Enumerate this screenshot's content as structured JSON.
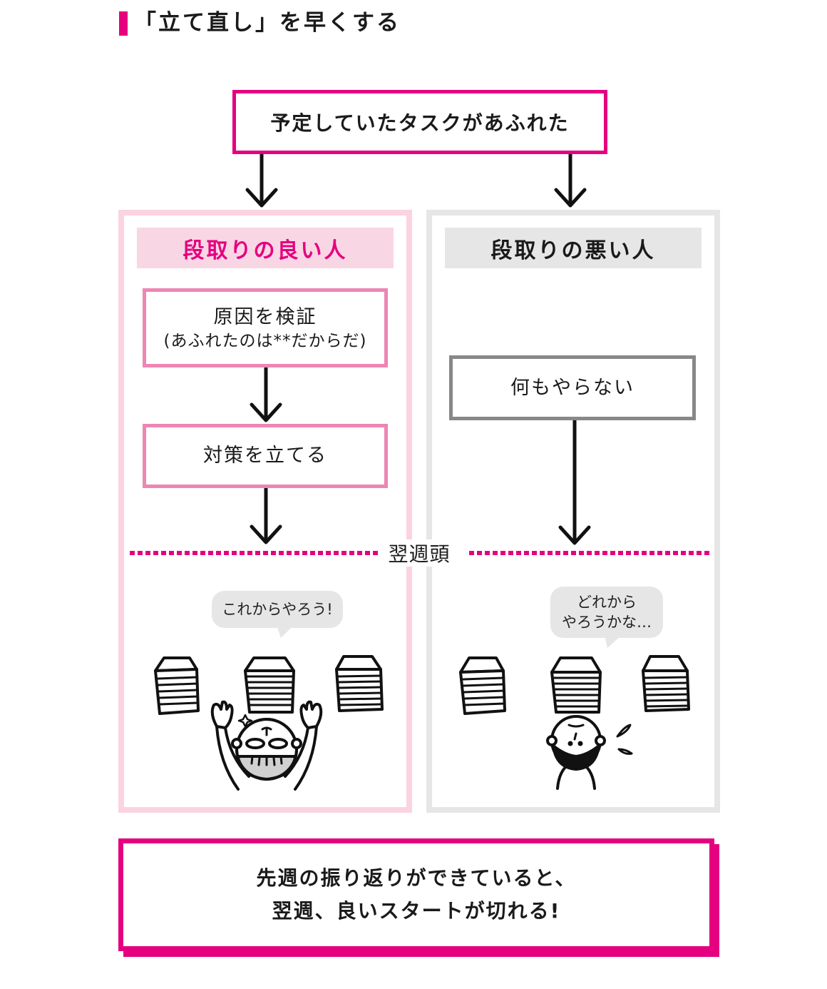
{
  "title": "「立て直し」を早くする",
  "top_box": {
    "text": "予定していたタスクがあふれた"
  },
  "left_panel": {
    "heading": "段取りの良い人",
    "steps": [
      {
        "main": "原因を検証",
        "sub": "(あふれたのは**だからだ)"
      },
      {
        "main": "対策を立てる"
      }
    ],
    "speech": "これからやろう!",
    "illustration": "cheerful-person-with-document-stacks"
  },
  "right_panel": {
    "heading": "段取りの悪い人",
    "steps": [
      {
        "main": "何もやらない"
      }
    ],
    "speech_lines": [
      "どれから",
      "やろうかな…"
    ],
    "illustration": "worried-person-with-document-stacks"
  },
  "divider_label": "翌週頭",
  "bottom_box": {
    "lines": [
      "先週の振り返りができていると、",
      "翌週、良いスタートが切れる!"
    ]
  },
  "colors": {
    "accent": "#e4007f",
    "good_panel_border": "#fbd3e2",
    "good_heading_bg": "#f9d6e4",
    "good_step_border": "#ee86b3",
    "bad_panel_border": "#e6e6e6",
    "bad_step_border": "#888888",
    "bubble_bg": "#e6e6e6"
  }
}
